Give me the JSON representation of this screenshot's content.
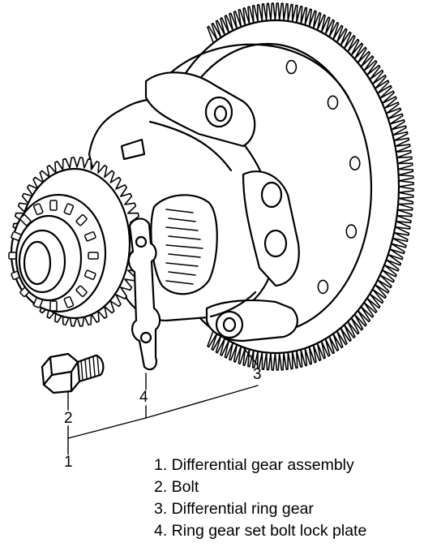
{
  "callouts": {
    "c1": "1",
    "c2": "2",
    "c3": "3",
    "c4": "4"
  },
  "legend": {
    "items": [
      "1. Differential gear assembly",
      "2. Bolt",
      "3. Differential ring gear",
      "4. Ring gear set bolt lock plate"
    ]
  },
  "colors": {
    "ink": "#000000",
    "paper": "#ffffff"
  }
}
